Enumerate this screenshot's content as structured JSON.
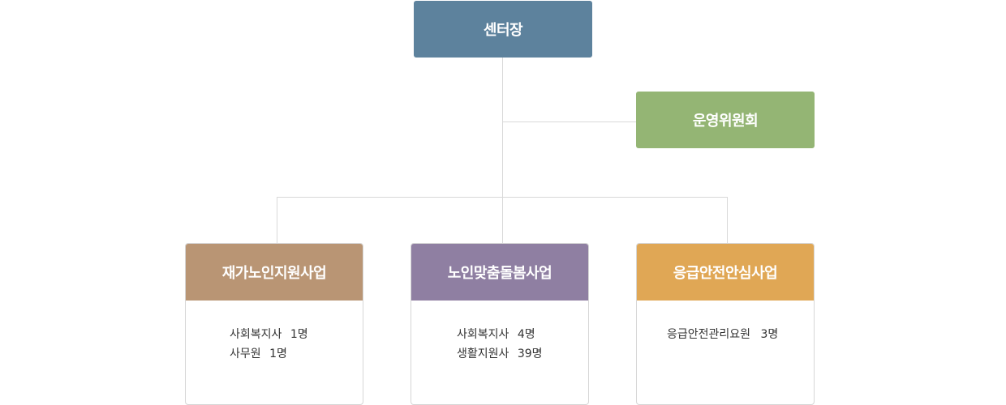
{
  "director": {
    "label": "센터장",
    "color": "#5d829d"
  },
  "committee": {
    "label": "운영위원회",
    "color": "#94b574"
  },
  "departments": [
    {
      "title": "재가노인지원사업",
      "color": "#b99574",
      "staff": [
        {
          "role": "사회복지사",
          "count": "1명"
        },
        {
          "role": "사무원",
          "count": "1명"
        }
      ]
    },
    {
      "title": "노인맞춤돌봄사업",
      "color": "#8f7fa2",
      "staff": [
        {
          "role": "사회복지사",
          "count": "4명"
        },
        {
          "role": "생활지원사",
          "count": "39명"
        }
      ]
    },
    {
      "title": "응급안전안심사업",
      "color": "#e0a755",
      "staff": [
        {
          "role": "응급안전관리요원",
          "count": "3명"
        }
      ]
    }
  ]
}
